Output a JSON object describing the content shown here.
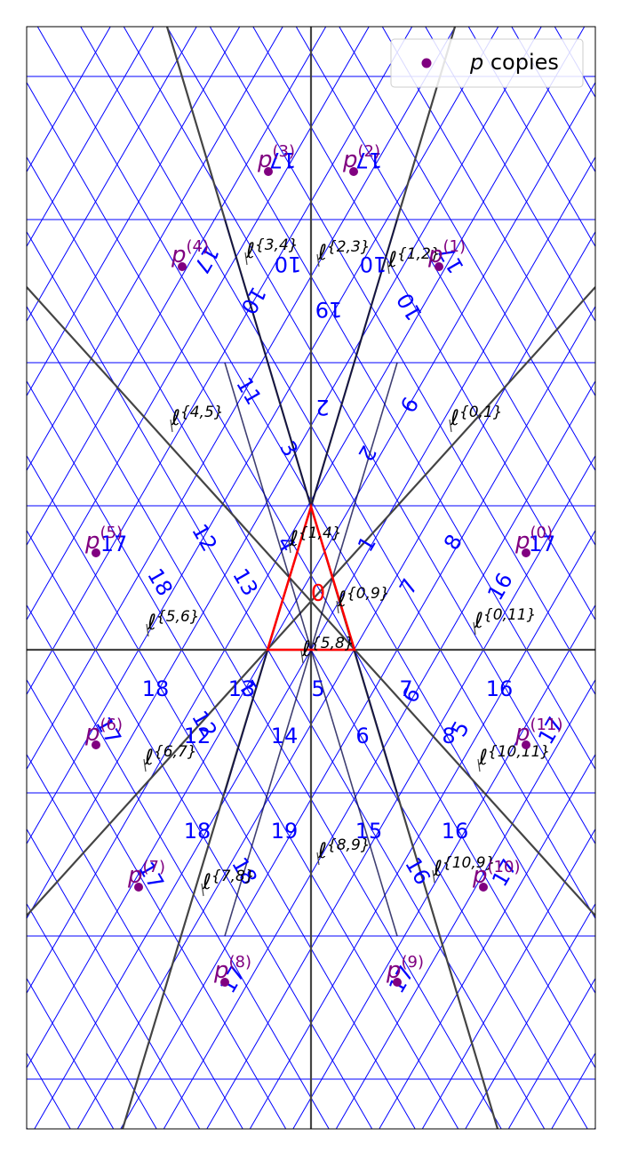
{
  "legend": {
    "symbol": "p",
    "text": " copies",
    "marker_color": "#800080"
  },
  "colors": {
    "tiling": "#0000ff",
    "central": "#ff0000",
    "mirror_lines": "#444444",
    "points": "#800080",
    "labels": "#0000ff"
  },
  "triangle_labels": [
    {
      "text": "17",
      "rot": 180
    },
    {
      "text": "17",
      "rot": 180
    },
    {
      "text": "17",
      "rot": 120
    },
    {
      "text": "10",
      "rot": 180
    },
    {
      "text": "10",
      "rot": 180
    },
    {
      "text": "17",
      "rot": 240
    },
    {
      "text": "10",
      "rot": 120
    },
    {
      "text": "19",
      "rot": 180
    },
    {
      "text": "10",
      "rot": 240
    },
    {
      "text": "11",
      "rot": 60
    },
    {
      "text": "2",
      "rot": 180
    },
    {
      "text": "9",
      "rot": 120
    },
    {
      "text": "3",
      "rot": 60
    },
    {
      "text": "2",
      "rot": 120
    },
    {
      "text": "12",
      "rot": 60
    },
    {
      "text": "13",
      "rot": 60
    },
    {
      "text": "4",
      "rot": 60
    },
    {
      "text": "1",
      "rot": 300
    },
    {
      "text": "8",
      "rot": 300
    },
    {
      "text": "17",
      "rot": 0
    },
    {
      "text": "17",
      "rot": 0
    },
    {
      "text": "18",
      "rot": 60
    },
    {
      "text": "0",
      "rot": 0
    },
    {
      "text": "7",
      "rot": 300
    },
    {
      "text": "16",
      "rot": 300
    },
    {
      "text": "18",
      "rot": 0
    },
    {
      "text": "13",
      "rot": 0
    },
    {
      "text": "1",
      "rot": 240
    },
    {
      "text": "5",
      "rot": 0
    },
    {
      "text": "7",
      "rot": 0
    },
    {
      "text": "6",
      "rot": 300
    },
    {
      "text": "16",
      "rot": 0
    },
    {
      "text": "17",
      "rot": 60
    },
    {
      "text": "12",
      "rot": 0
    },
    {
      "text": "12",
      "rot": 60
    },
    {
      "text": "14",
      "rot": 0
    },
    {
      "text": "6",
      "rot": 0
    },
    {
      "text": "8",
      "rot": 0
    },
    {
      "text": "5",
      "rot": 300
    },
    {
      "text": "17",
      "rot": 300
    },
    {
      "text": "18",
      "rot": 0
    },
    {
      "text": "19",
      "rot": 0
    },
    {
      "text": "15",
      "rot": 0
    },
    {
      "text": "16",
      "rot": 0
    },
    {
      "text": "17",
      "rot": 60
    },
    {
      "text": "18",
      "rot": 60
    },
    {
      "text": "16",
      "rot": 60
    },
    {
      "text": "17",
      "rot": 300
    },
    {
      "text": "17",
      "rot": 300
    },
    {
      "text": "17",
      "rot": 300
    }
  ],
  "p_copies": [
    {
      "sup": "(0)"
    },
    {
      "sup": "(1)"
    },
    {
      "sup": "(2)"
    },
    {
      "sup": "(3)"
    },
    {
      "sup": "(4)"
    },
    {
      "sup": "(5)"
    },
    {
      "sup": "(6)"
    },
    {
      "sup": "(7)"
    },
    {
      "sup": "(8)"
    },
    {
      "sup": "(9)"
    },
    {
      "sup": "(10)"
    },
    {
      "sup": "(11)"
    }
  ],
  "line_labels": [
    {
      "sub": "{0,1}"
    },
    {
      "sub": "{1,2}"
    },
    {
      "sub": "{2,3}"
    },
    {
      "sub": "{3,4}"
    },
    {
      "sub": "{4,5}"
    },
    {
      "sub": "{1,4}"
    },
    {
      "sub": "{0,9}"
    },
    {
      "sub": "{5,6}"
    },
    {
      "sub": "{0,11}"
    },
    {
      "sub": "{5,8}"
    },
    {
      "sub": "{6,7}"
    },
    {
      "sub": "{10,11}"
    },
    {
      "sub": "{8,9}"
    },
    {
      "sub": "{10,9}"
    },
    {
      "sub": "{7,8}"
    }
  ]
}
